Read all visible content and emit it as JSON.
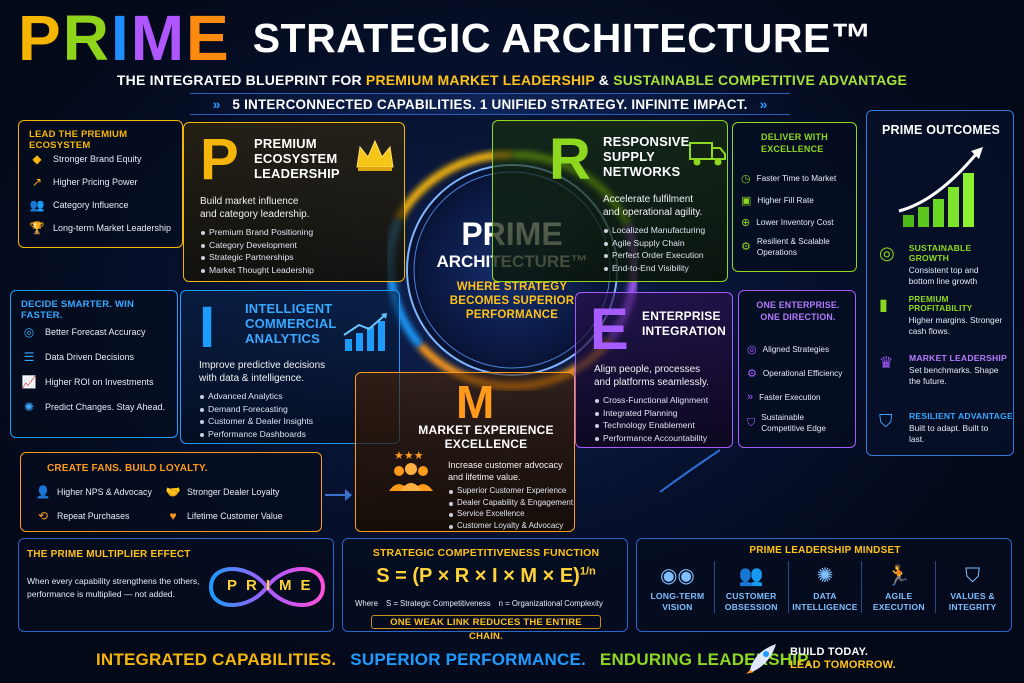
{
  "header": {
    "prime_word": "PRIME",
    "prime_letters": [
      "P",
      "R",
      "I",
      "M",
      "E"
    ],
    "title_rest": "STRATEGIC ARCHITECTURE™",
    "subtitle_prefix": "THE INTEGRATED BLUEPRINT FOR",
    "subtitle_hl1": "PREMIUM MARKET LEADERSHIP",
    "subtitle_amp": "&",
    "subtitle_hl2": "SUSTAINABLE COMPETITIVE ADVANTAGE",
    "tagline": "5 INTERCONNECTED CAPABILITIES. 1 UNIFIED STRATEGY. INFINITE IMPACT."
  },
  "center": {
    "title": "PRIME",
    "subtitle": "ARCHITECTURE™",
    "line1": "WHERE STRATEGY",
    "line2": "BECOMES SUPERIOR",
    "line3": "PERFORMANCE"
  },
  "p": {
    "letter": "P",
    "title": [
      "PREMIUM",
      "ECOSYSTEM",
      "LEADERSHIP"
    ],
    "desc": [
      "Build market influence",
      "and category leadership."
    ],
    "bullets": [
      "Premium Brand Positioning",
      "Category Development",
      "Strategic Partnerships",
      "Market Thought Leadership"
    ]
  },
  "r": {
    "letter": "R",
    "title": [
      "RESPONSIVE",
      "SUPPLY",
      "NETWORKS"
    ],
    "desc": [
      "Accelerate fulfilment",
      "and operational agility."
    ],
    "bullets": [
      "Localized Manufacturing",
      "Agile Supply Chain",
      "Perfect Order Execution",
      "End-to-End Visibility"
    ]
  },
  "i": {
    "letter": "I",
    "title": [
      "INTELLIGENT",
      "COMMERCIAL",
      "ANALYTICS"
    ],
    "desc": [
      "Improve predictive decisions",
      "with data & intelligence."
    ],
    "bullets": [
      "Advanced Analytics",
      "Demand Forecasting",
      "Customer & Dealer Insights",
      "Performance Dashboards"
    ]
  },
  "m": {
    "letter": "M",
    "title": [
      "MARKET EXPERIENCE",
      "EXCELLENCE"
    ],
    "desc": [
      "Increase customer advocacy",
      "and lifetime value."
    ],
    "bullets": [
      "Superior Customer Experience",
      "Dealer Capability & Engagement",
      "Service Excellence",
      "Customer Loyalty & Advocacy"
    ]
  },
  "e": {
    "letter": "E",
    "title": [
      "ENTERPRISE",
      "INTEGRATION"
    ],
    "desc": [
      "Align people, processes",
      "and platforms seamlessly."
    ],
    "bullets": [
      "Cross-Functional Alignment",
      "Integrated Planning",
      "Technology Enablement",
      "Performance Accountability"
    ]
  },
  "left_premium": {
    "title": "LEAD THE PREMIUM ECOSYSTEM",
    "items": [
      "Stronger Brand Equity",
      "Higher Pricing Power",
      "Category Influence",
      "Long-term Market Leadership"
    ]
  },
  "left_decide": {
    "title": "DECIDE SMARTER. WIN FASTER.",
    "items": [
      "Better Forecast Accuracy",
      "Data Driven Decisions",
      "Higher ROI on Investments",
      "Predict Changes. Stay Ahead."
    ]
  },
  "fans": {
    "title": "CREATE FANS. BUILD LOYALTY.",
    "items": [
      "Higher NPS & Advocacy",
      "Stronger Dealer Loyalty",
      "Repeat Purchases",
      "Lifetime Customer Value"
    ]
  },
  "deliver": {
    "title": [
      "DELIVER WITH",
      "EXCELLENCE"
    ],
    "items": [
      "Faster Time to Market",
      "Higher Fill Rate",
      "Lower Inventory Cost",
      "Resilient & Scalable Operations"
    ]
  },
  "enterprise": {
    "title": [
      "ONE ENTERPRISE.",
      "ONE DIRECTION."
    ],
    "items": [
      "Aligned Strategies",
      "Operational Efficiency",
      "Faster Execution",
      "Sustainable Competitive Edge"
    ]
  },
  "outcomes": {
    "title": "PRIME OUTCOMES",
    "items": [
      {
        "title": "SUSTAINABLE GROWTH",
        "desc": "Consistent top and bottom line growth"
      },
      {
        "title": "PREMIUM PROFITABILITY",
        "desc": "Higher margins. Stronger cash flows."
      },
      {
        "title": "MARKET LEADERSHIP",
        "desc": "Set benchmarks. Shape the future."
      },
      {
        "title": "RESILIENT ADVANTAGE",
        "desc": "Built to adapt. Built to last."
      }
    ]
  },
  "multiplier": {
    "title": "THE PRIME MULTIPLIER EFFECT",
    "desc": [
      "When every capability strengthens the others,",
      "performance is multiplied — not added."
    ],
    "logo": "PRIME"
  },
  "formula": {
    "title": "STRATEGIC COMPETITIVENESS FUNCTION",
    "equation": "S = (P × R × I × M × E)",
    "exponent": "1/n",
    "where": "Where",
    "def_s": "S = Strategic Competitiveness",
    "def_n": "n = Organizational Complexity",
    "warning": "ONE WEAK LINK REDUCES THE ENTIRE CHAIN."
  },
  "mindset": {
    "title": "PRIME LEADERSHIP MINDSET",
    "items": [
      [
        "LONG-TERM",
        "VISION"
      ],
      [
        "CUSTOMER",
        "OBSESSION"
      ],
      [
        "DATA",
        "INTELLIGENCE"
      ],
      [
        "AGILE",
        "EXECUTION"
      ],
      [
        "VALUES &",
        "INTEGRITY"
      ]
    ]
  },
  "footer": {
    "part1": "INTEGRATED CAPABILITIES.",
    "part2": "SUPERIOR PERFORMANCE.",
    "part3": "ENDURING LEADERSHIP.",
    "cta1": "BUILD TODAY.",
    "cta2": "LEAD TOMORROW."
  },
  "colors": {
    "p": "#f5b50a",
    "r": "#8ed81f",
    "i": "#1e9bff",
    "m": "#ff9a1a",
    "e": "#a65cff"
  }
}
